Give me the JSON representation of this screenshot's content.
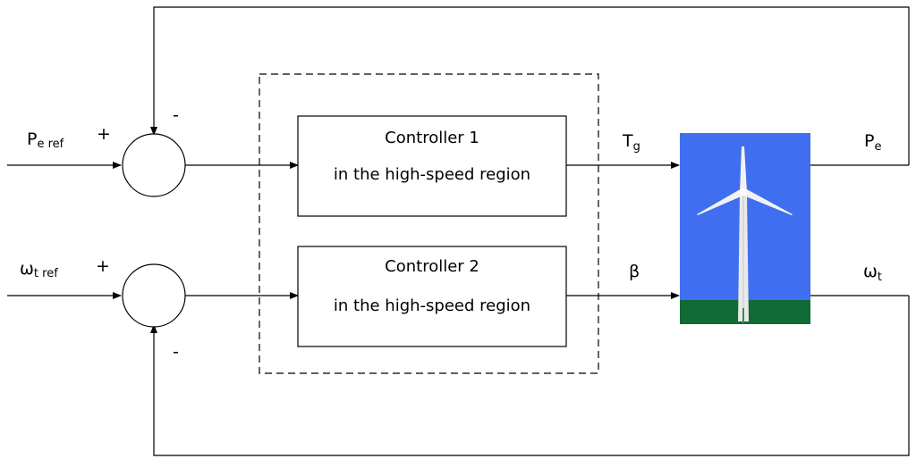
{
  "inputs": {
    "pe_ref": {
      "main": "P",
      "sub": "e ref"
    },
    "wt_ref": {
      "main": "ω",
      "sub": "t ref"
    }
  },
  "signs": {
    "sum1_plus": "+",
    "sum1_minus": "-",
    "sum2_plus": "+",
    "sum2_minus": "-"
  },
  "controllers": [
    {
      "title": "Controller 1",
      "subtitle": "in the high-speed region"
    },
    {
      "title": "Controller 2",
      "subtitle": "in the high-speed region"
    }
  ],
  "signals": {
    "tg": {
      "main": "T",
      "sub": "g"
    },
    "beta": "β"
  },
  "outputs": {
    "pe": {
      "main": "P",
      "sub": "e"
    },
    "wt": {
      "main": "ω",
      "sub": "t"
    }
  },
  "colors": {
    "sky": "#3f6ff0",
    "ground": "#0f6a35",
    "tower": "#e9e9e9"
  },
  "icons": {
    "plant": "wind-turbine-icon"
  }
}
